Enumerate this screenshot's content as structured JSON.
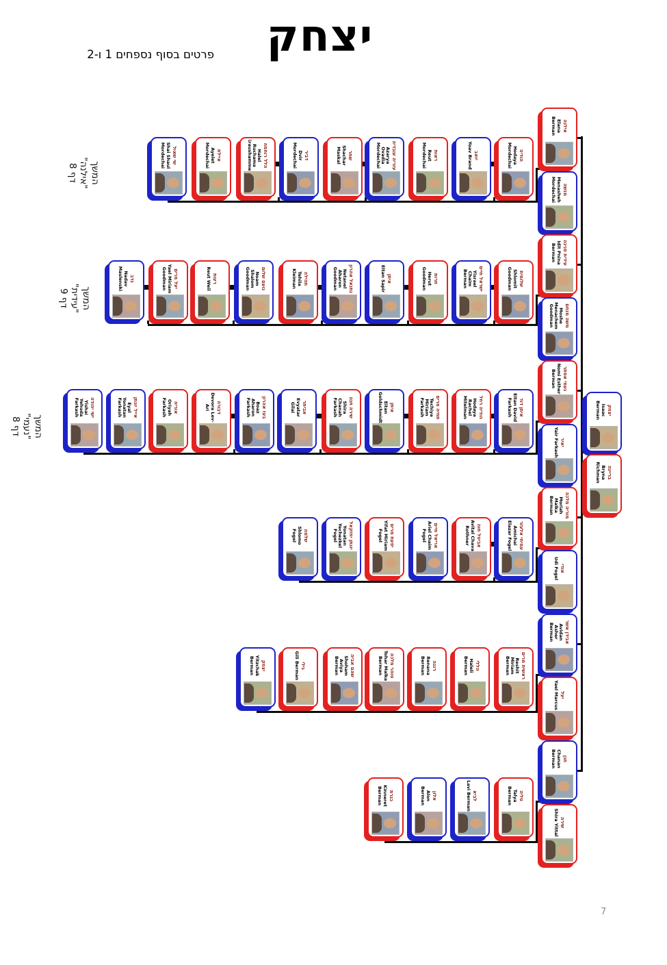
{
  "title": "יצחק",
  "subtitle": "פרטים בסוף נספחים 1 ו-2",
  "page_number": "7",
  "colors": {
    "male_border": "#1d23c8",
    "female_border": "#e32120",
    "line": "#0c0c0c",
    "hebrew_text": "#8c1f12"
  },
  "side_labels": [
    {
      "l1": "המשך",
      "l2": "\"אילנה\"",
      "l3": "דף 8"
    },
    {
      "l1": "המשך",
      "l2": "\"עידית\"",
      "l3": "דף 9"
    },
    {
      "l1": "המשך",
      "l2": "\"נעמי\"",
      "l3": "דף 8"
    }
  ],
  "root": [
    {
      "heb": "יצחק",
      "eng": "Isaac Berman"
    },
    {
      "heb": "בריינה",
      "eng": "Bryna Richman"
    }
  ],
  "gen1": [
    {
      "heb": "אילנה",
      "eng": "Elana Berman"
    },
    {
      "heb": "מנשה",
      "eng": "Menasheh Mordechai"
    },
    {
      "heb": "עידית פנינה",
      "eng": "Idit Pnina Berman"
    },
    {
      "heb": "משה מנחם",
      "eng": "Moshe Menachem Goodman"
    },
    {
      "heb": "נעמי אסתר",
      "eng": "Nomi Esther Berman"
    },
    {
      "heb": "יאיר",
      "eng": "Yair Farkash"
    },
    {
      "heb": "מוריה מלכה",
      "eng": "Moriah Malka Berman"
    },
    {
      "heb": "אודי",
      "eng": "Udi Fogel"
    },
    {
      "heb": "אבידן אשר",
      "eng": "Avidan Asher Berman"
    },
    {
      "heb": "יעל",
      "eng": "Yael Marcus"
    },
    {
      "heb": "חנן",
      "eng": "Chanan Berman"
    },
    {
      "heb": "שירה",
      "eng": "Shira Yittal"
    }
  ],
  "rows": [
    {
      "cards": [
        {
          "heb": "שי שאול",
          "eng": "Shai Shaul Mordechai"
        },
        {
          "heb": "איילת",
          "eng": "Ayelet Mordechai"
        },
        {
          "heb": "הלל רוחמה",
          "eng": "Halel Ruchama Kraushammer"
        },
        {
          "heb": "דביר",
          "eng": "Dvir Mordechai"
        },
        {
          "heb": "שחר",
          "eng": "Shachar Maskal"
        },
        {
          "heb": "עזריה עובדיה",
          "eng": "Azarya Ovadia Mordechai"
        },
        {
          "heb": "ראות",
          "eng": "Reut Mordechai"
        },
        {
          "heb": "יואב",
          "eng": "Yoav Brand"
        },
        {
          "heb": "הודיה",
          "eng": "Hodaya Mordechai"
        }
      ]
    },
    {
      "cards": [
        {
          "heb": "נדב",
          "eng": "Nadav Maslenski"
        },
        {
          "heb": "יעל מרים",
          "eng": "Yael Miriam Goodman"
        },
        {
          "heb": "רעות",
          "eng": "Reut Weil"
        },
        {
          "heb": "נועם שלום",
          "eng": "Noam Shalom Goodman"
        },
        {
          "heb": "תהילה",
          "eng": "Tehila Kleiman"
        },
        {
          "heb": "נתנאל אהרון",
          "eng": "Netanel Aharon Goodman"
        },
        {
          "heb": "איתן",
          "eng": "Eitan Sapir"
        },
        {
          "heb": "חרות",
          "eng": "Herut Goodman"
        },
        {
          "heb": "ישראל חיים",
          "eng": "Yisrael Chaim Berman"
        },
        {
          "heb": "שלומית",
          "eng": "Shlomit Goodman"
        }
      ]
    },
    {
      "cards": [
        {
          "heb": "ישי יהודה",
          "eng": "Yishai Yehuda Farkash"
        },
        {
          "heb": "אייל יונתן",
          "eng": "Eyal Yonatan Farkash"
        },
        {
          "heb": "אוריה",
          "eng": "Oriyah Farkash"
        },
        {
          "heb": "דבורה",
          "eng": "Devora Lev-Ari"
        },
        {
          "heb": "בעז אהרון",
          "eng": "Boaz Aharon Farkash"
        },
        {
          "heb": "אביתר",
          "eng": "Evyatar Gilai"
        },
        {
          "heb": "שירה חנה",
          "eng": "Shira Chanah Farkash"
        },
        {
          "heb": "איתן",
          "eng": "Eitan Goldschmidt"
        },
        {
          "heb": "תחיה מרים",
          "eng": "Techiya Miriam Farkash"
        },
        {
          "heb": "הודיה רחל",
          "eng": "Hodaya Rachel Mitelman"
        },
        {
          "heb": "איתן דוד",
          "eng": "Eitan David Farkash"
        }
      ]
    },
    {
      "cards": [
        {
          "heb": "שלמה",
          "eng": "Shlomo Fogel"
        },
        {
          "heb": "יונתן יחזקאל",
          "eng": "Yonatan Yechezkel Fogel"
        },
        {
          "heb": "יפעת מרים",
          "eng": "Yifat Miriam Fogel"
        },
        {
          "heb": "אריאל חיים",
          "eng": "Ariel Chaim Fogel"
        },
        {
          "heb": "אביטל חוה",
          "eng": "Avital Chava Rothner"
        },
        {
          "heb": "עמיחי אלעזר",
          "eng": "Amichai Elazar Fogel"
        }
      ]
    },
    {
      "cards": [
        {
          "heb": "יצחק",
          "eng": "Yitzchak Berman"
        },
        {
          "heb": "גילי",
          "eng": "Gili Berman"
        },
        {
          "heb": "שהם אביה",
          "eng": "Shoham Aviya Berman"
        },
        {
          "heb": "טוהר מלכה",
          "eng": "Tohar Malka Berman"
        },
        {
          "heb": "רננה",
          "eng": "Renana Berman"
        },
        {
          "heb": "הללי",
          "eng": "Haleli Berman"
        },
        {
          "heb": "ראשית מרים",
          "eng": "Reshit Miriam Berman"
        }
      ]
    },
    {
      "cards": [
        {
          "heb": "כנרת",
          "eng": "Kinneret Berman"
        },
        {
          "heb": "אלון",
          "eng": "Alon Berman"
        },
        {
          "heb": "לביא",
          "eng": "Lavi Berman"
        },
        {
          "heb": "טליה",
          "eng": "Talya Berman"
        }
      ]
    }
  ]
}
